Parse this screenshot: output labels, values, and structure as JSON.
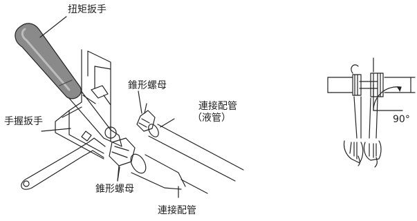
{
  "labels": {
    "torque_wrench": "扭矩扳手",
    "flare_nut_top": "錐形螺母",
    "connecting_pipe_liquid": "連接配管",
    "liquid_pipe_note": "（液管）",
    "hand_wrench": "手握扳手",
    "flare_nut_bottom": "錐形螺母",
    "connecting_pipe": "連接配管",
    "angle": "90°"
  },
  "colors": {
    "line": "#222222",
    "handle_dark": "#555555",
    "handle_light": "#9a9a9a"
  }
}
